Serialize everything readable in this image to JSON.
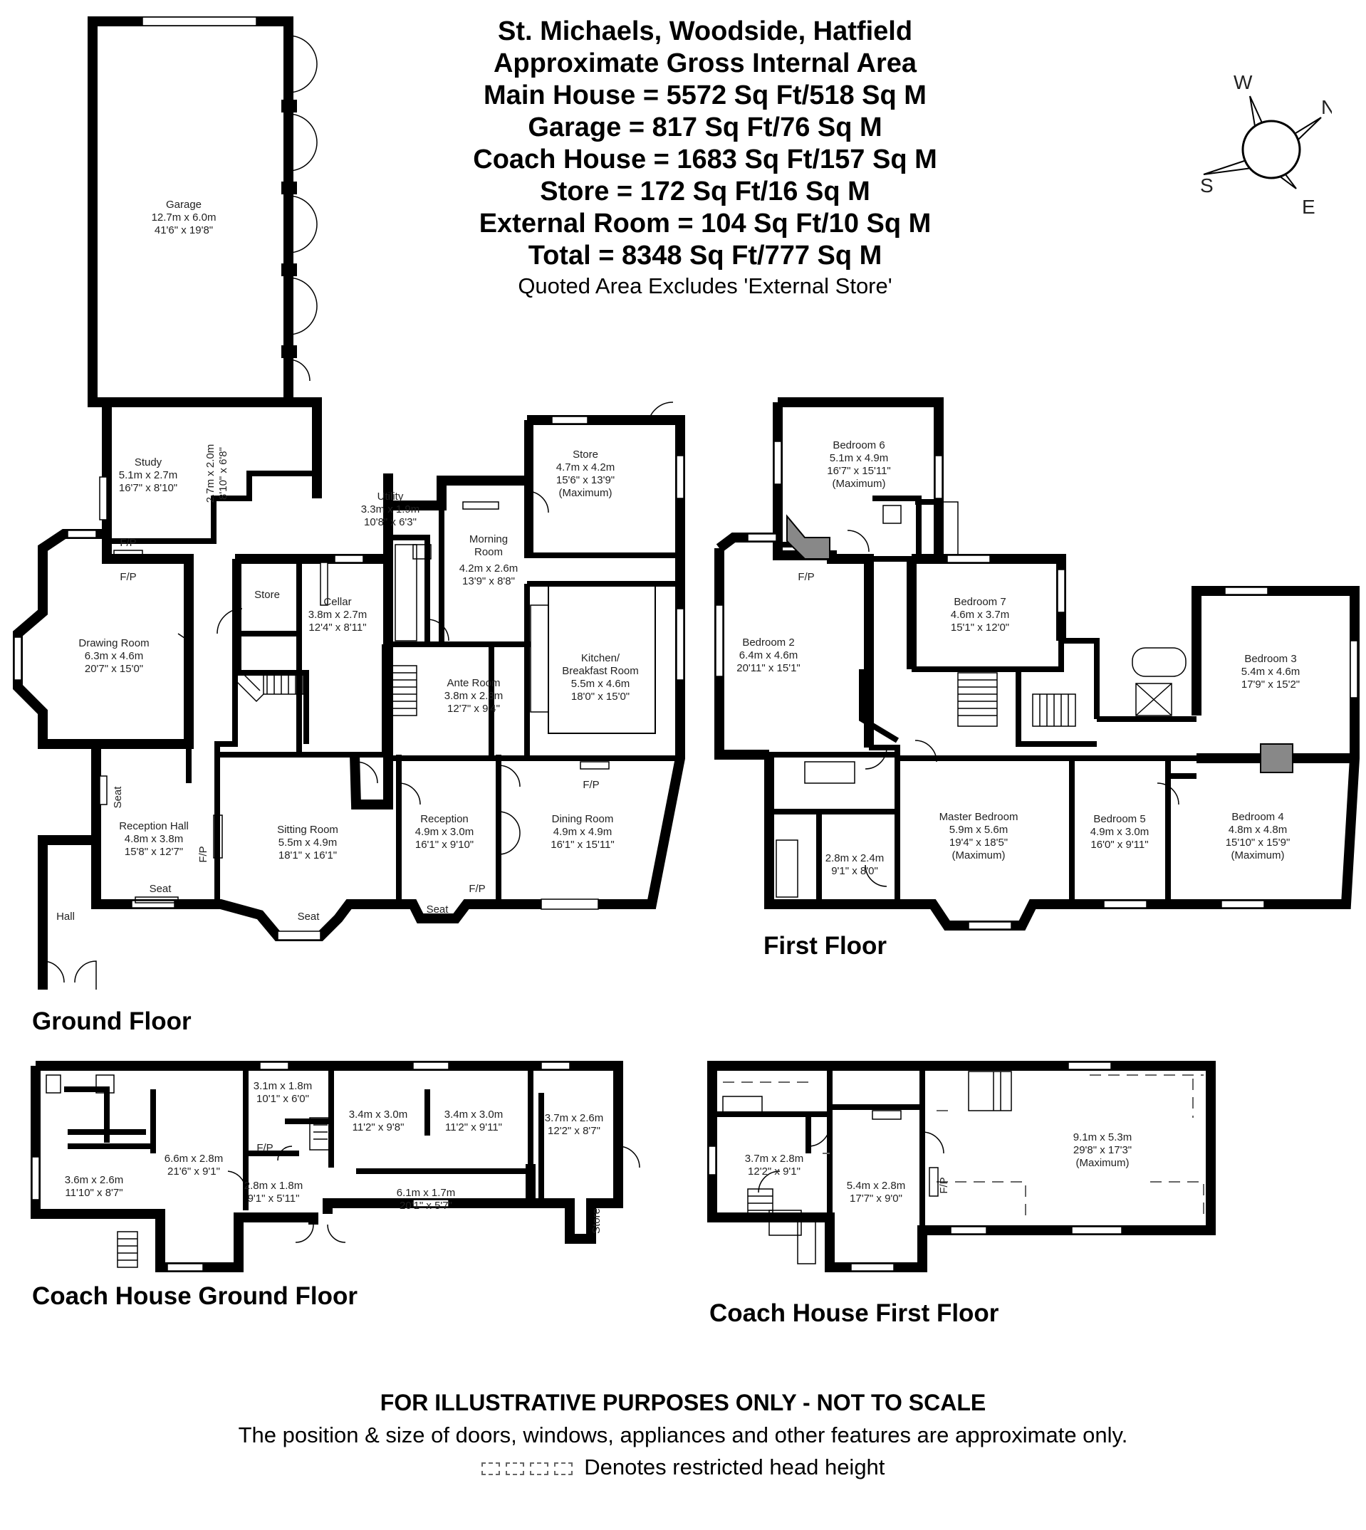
{
  "header": {
    "title": "St. Michaels, Woodside, Hatfield",
    "subtitle": "Approximate Gross Internal Area",
    "areas": [
      "Main House = 5572 Sq Ft/518 Sq M",
      "Garage = 817 Sq Ft/76 Sq M",
      "Coach House = 1683 Sq Ft/157 Sq M",
      "Store = 172 Sq Ft/16 Sq M",
      "External Room = 104 Sq Ft/10 Sq M",
      "Total = 8348 Sq Ft/777 Sq M"
    ],
    "note": "Quoted Area Excludes 'External Store'"
  },
  "compass": {
    "n": "N",
    "e": "E",
    "s": "S",
    "w": "W"
  },
  "floors": {
    "ground": "Ground Floor",
    "first": "First Floor",
    "coach_ground": "Coach House Ground Floor",
    "coach_first": "Coach House First Floor"
  },
  "rooms": {
    "garage": {
      "name": "Garage",
      "m": "12.7m x 6.0m",
      "ft": "41'6\" x 19'8\""
    },
    "study": {
      "name": "Study",
      "m": "5.1m x 2.7m",
      "ft": "16'7\" x 8'10\""
    },
    "small_store_a": {
      "m": "2.7m x 2.0m",
      "ft": "8'10\" x 6'8\""
    },
    "utility": {
      "name": "Utility",
      "m": "3.3m x 1.9m",
      "ft": "10'8\" x 6'3\""
    },
    "store_main": {
      "name": "Store",
      "m": "4.7m x 4.2m",
      "ft": "15'6\" x 13'9\"",
      "extra": "(Maximum)"
    },
    "morning": {
      "name": "Morning",
      "name2": "Room",
      "m": "4.2m x 2.6m",
      "ft": "13'9\" x 8'8\""
    },
    "drawing": {
      "name": "Drawing Room",
      "m": "6.3m x 4.6m",
      "ft": "20'7\" x 15'0\""
    },
    "store_small": {
      "name": "Store"
    },
    "cellar": {
      "name": "Cellar",
      "m": "3.8m x 2.7m",
      "ft": "12'4\" x 8'11\""
    },
    "kitchen": {
      "name": "Kitchen/",
      "name2": "Breakfast Room",
      "m": "5.5m x 4.6m",
      "ft": "18'0\" x 15'0\""
    },
    "ante": {
      "name": "Ante Room",
      "m": "3.8m x 2.8m",
      "ft": "12'7\" x 9'4\""
    },
    "reception_hall": {
      "name": "Reception Hall",
      "m": "4.8m x 3.8m",
      "ft": "15'8\" x 12'7\""
    },
    "sitting": {
      "name": "Sitting Room",
      "m": "5.5m x 4.9m",
      "ft": "18'1\" x 16'1\""
    },
    "reception": {
      "name": "Reception",
      "m": "4.9m x 3.0m",
      "ft": "16'1\" x 9'10\""
    },
    "dining": {
      "name": "Dining Room",
      "m": "4.9m x 4.9m",
      "ft": "16'1\" x 15'11\""
    },
    "hall": {
      "name": "Hall"
    },
    "bed6": {
      "name": "Bedroom 6",
      "m": "5.1m x 4.9m",
      "ft": "16'7\" x 15'11\"",
      "extra": "(Maximum)"
    },
    "bed2": {
      "name": "Bedroom 2",
      "m": "6.4m x 4.6m",
      "ft": "20'11\" x 15'1\""
    },
    "bed7": {
      "name": "Bedroom 7",
      "m": "4.6m x 3.7m",
      "ft": "15'1\" x 12'0\""
    },
    "bed3": {
      "name": "Bedroom 3",
      "m": "5.4m x 4.6m",
      "ft": "17'9\" x 15'2\""
    },
    "dressing": {
      "m": "2.8m x 2.4m",
      "ft": "9'1\" x 8'0\""
    },
    "master": {
      "name": "Master Bedroom",
      "m": "5.9m x 5.6m",
      "ft": "19'4\" x 18'5\"",
      "extra": "(Maximum)"
    },
    "bed5": {
      "name": "Bedroom 5",
      "m": "4.9m x 3.0m",
      "ft": "16'0\" x 9'11\""
    },
    "bed4": {
      "name": "Bedroom 4",
      "m": "4.8m x 4.8m",
      "ft": "15'10\" x 15'9\"",
      "extra": "(Maximum)"
    },
    "cg1": {
      "m": "3.6m x 2.6m",
      "ft": "11'10\" x 8'7\""
    },
    "cg2": {
      "m": "6.6m x 2.8m",
      "ft": "21'6\" x 9'1\""
    },
    "cg3": {
      "m": "3.1m x 1.8m",
      "ft": "10'1\" x 6'0\""
    },
    "cg4": {
      "m": "2.8m x 1.8m",
      "ft": "9'1\" x 5'11\""
    },
    "cg5": {
      "m": "3.4m x 3.0m",
      "ft": "11'2\" x 9'8\""
    },
    "cg6": {
      "m": "3.4m x 3.0m",
      "ft": "11'2\" x 9'11\""
    },
    "cg7": {
      "m": "6.1m x 1.7m",
      "ft": "20'1\" x 5'7\""
    },
    "cg8": {
      "m": "3.7m x 2.6m",
      "ft": "12'2\" x 8'7\""
    },
    "cg_store": {
      "name": "Store"
    },
    "cf1": {
      "m": "3.7m x 2.8m",
      "ft": "12'2\" x 9'1\""
    },
    "cf2": {
      "m": "5.4m x 2.8m",
      "ft": "17'7\" x 9'0\""
    },
    "cf3": {
      "m": "9.1m x 5.3m",
      "ft": "29'8\" x 17'3\"",
      "extra": "(Maximum)"
    }
  },
  "labels": {
    "fp": "F/P",
    "seat": "Seat"
  },
  "footer": {
    "line1": "FOR ILLUSTRATIVE PURPOSES ONLY - NOT TO SCALE",
    "line2": "The position & size of doors, windows, appliances and other features are approximate only.",
    "legend": "Denotes restricted head height"
  }
}
